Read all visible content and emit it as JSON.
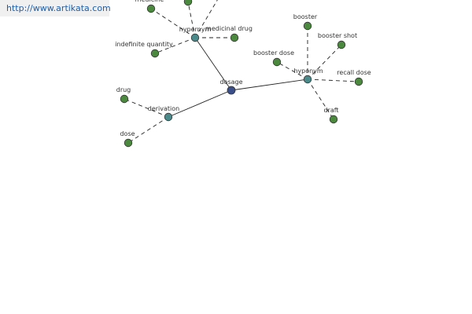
{
  "site_link": {
    "text": "http://www.artikata.com",
    "href": "http://www.artikata.com"
  },
  "colors": {
    "center": "#3a4f8a",
    "hub": "#4a8a8a",
    "leaf": "#4b8a3e",
    "node_stroke": "#333333",
    "edge": "#222222"
  },
  "graph": {
    "nodes": [
      {
        "id": "dosage",
        "label": "dosage",
        "kind": "center"
      },
      {
        "id": "hypernym",
        "label": "hypernym",
        "kind": "hub"
      },
      {
        "id": "hyponym",
        "label": "hyponym",
        "kind": "hub"
      },
      {
        "id": "derivation",
        "label": "derivation",
        "kind": "hub"
      },
      {
        "id": "medicine",
        "label": "medicine",
        "kind": "leaf"
      },
      {
        "id": "medicinal-drug",
        "label": "medicinal drug",
        "kind": "leaf"
      },
      {
        "id": "indefinite-quantity",
        "label": "indefinite quantity",
        "kind": "leaf"
      },
      {
        "id": "top-a",
        "label": "",
        "kind": "leaf"
      },
      {
        "id": "booster",
        "label": "booster",
        "kind": "leaf"
      },
      {
        "id": "booster-shot",
        "label": "booster shot",
        "kind": "leaf"
      },
      {
        "id": "booster-dose",
        "label": "booster dose",
        "kind": "leaf"
      },
      {
        "id": "recall-dose",
        "label": "recall dose",
        "kind": "leaf"
      },
      {
        "id": "draft",
        "label": "draft",
        "kind": "leaf"
      },
      {
        "id": "drug",
        "label": "drug",
        "kind": "leaf"
      },
      {
        "id": "dose",
        "label": "dose",
        "kind": "leaf"
      }
    ],
    "edges": [
      {
        "from": "dosage",
        "to": "hypernym",
        "style": "solid"
      },
      {
        "from": "dosage",
        "to": "hyponym",
        "style": "solid"
      },
      {
        "from": "dosage",
        "to": "derivation",
        "style": "solid"
      },
      {
        "from": "hypernym",
        "to": "medicine",
        "style": "dashed"
      },
      {
        "from": "hypernym",
        "to": "top-a",
        "style": "dashed"
      },
      {
        "from": "hypernym",
        "to": "offscreen",
        "style": "dashed"
      },
      {
        "from": "hypernym",
        "to": "medicinal-drug",
        "style": "dashed"
      },
      {
        "from": "hypernym",
        "to": "indefinite-quantity",
        "style": "dashed"
      },
      {
        "from": "hyponym",
        "to": "booster",
        "style": "dashed"
      },
      {
        "from": "hyponym",
        "to": "booster-shot",
        "style": "dashed"
      },
      {
        "from": "hyponym",
        "to": "booster-dose",
        "style": "dashed"
      },
      {
        "from": "hyponym",
        "to": "recall-dose",
        "style": "dashed"
      },
      {
        "from": "hyponym",
        "to": "draft",
        "style": "dashed"
      },
      {
        "from": "derivation",
        "to": "drug",
        "style": "dashed"
      },
      {
        "from": "derivation",
        "to": "dose",
        "style": "dashed"
      }
    ]
  }
}
